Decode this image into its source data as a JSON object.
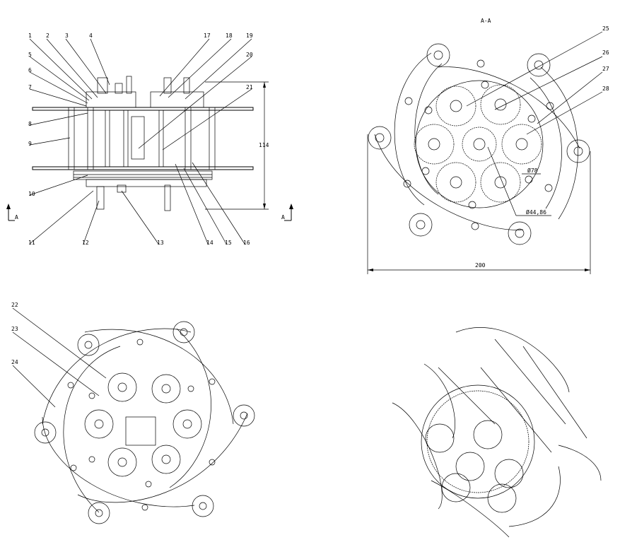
{
  "section_label": "A-A",
  "section_marks": [
    "A",
    "A"
  ],
  "front_view_callouts": [
    "1",
    "2",
    "3",
    "4",
    "5",
    "6",
    "7",
    "8",
    "9",
    "10",
    "11",
    "12",
    "13",
    "14",
    "15",
    "16",
    "17",
    "18",
    "19",
    "20",
    "21"
  ],
  "section_view_callouts": [
    "25",
    "26",
    "27",
    "28"
  ],
  "back_view_callouts": [
    "22",
    "23",
    "24"
  ],
  "dimensions": {
    "height": "114",
    "width": "200",
    "ring_gear_dia": "Ø78",
    "sun_gear_dia": "Ø44,86"
  },
  "colors": {
    "line": "#000000",
    "background": "#ffffff"
  }
}
